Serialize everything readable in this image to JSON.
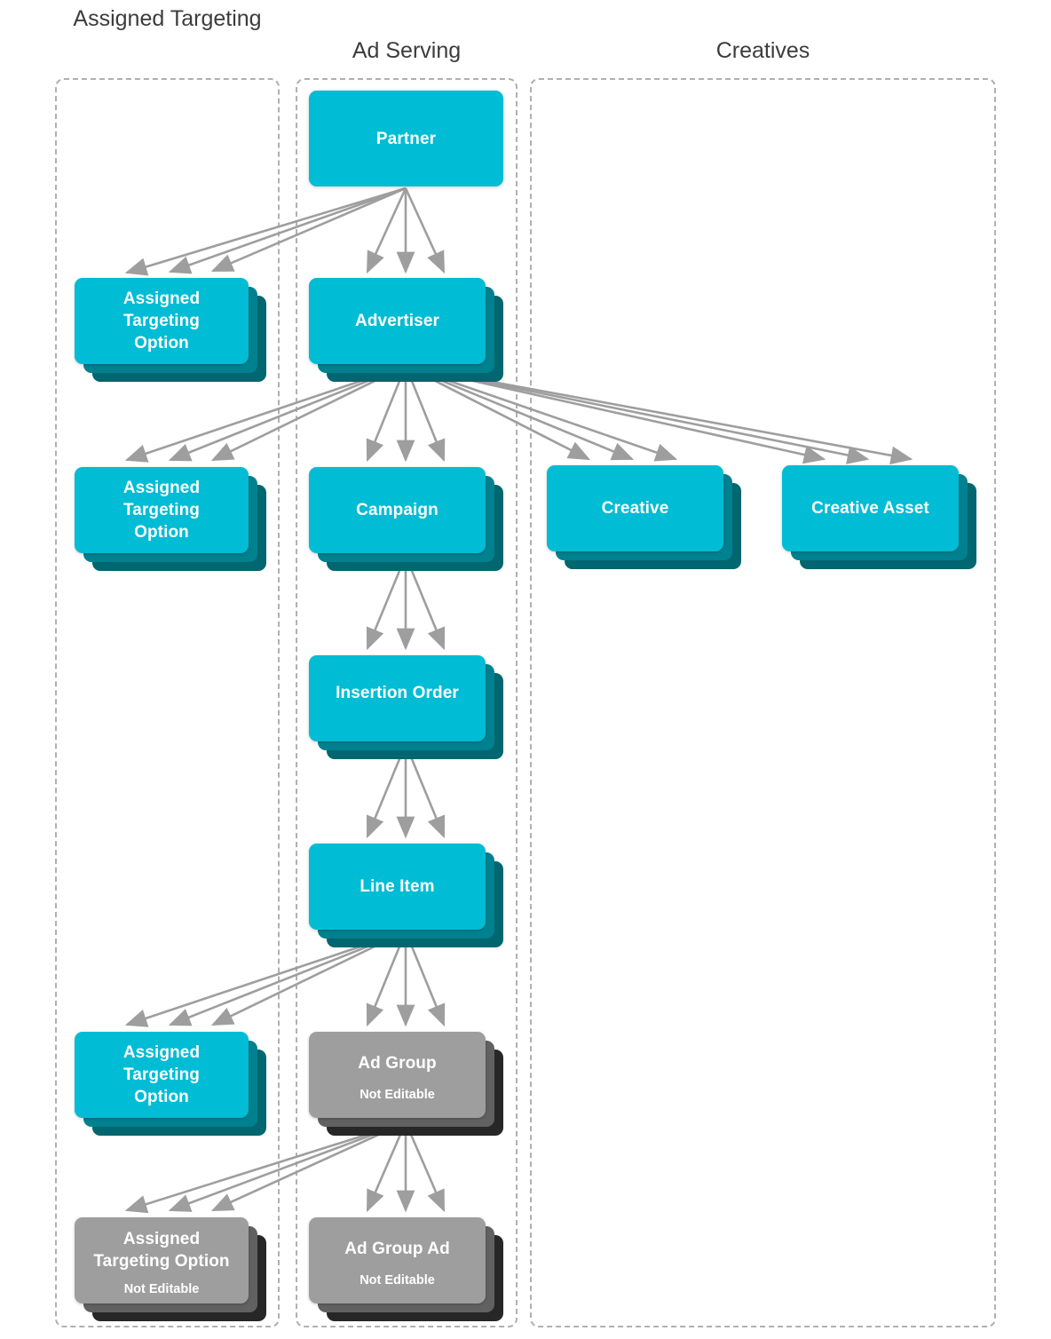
{
  "diagram": {
    "columns": [
      {
        "id": "assigned-targeting",
        "label": "Assigned\nTargeting"
      },
      {
        "id": "ad-serving",
        "label": "Ad Serving"
      },
      {
        "id": "creatives",
        "label": "Creatives"
      }
    ],
    "colors": {
      "cyan_front": "#00BCD4",
      "cyan_mid": "#00818F",
      "cyan_back": "#00666F",
      "gray_front": "#9E9E9E",
      "gray_mid": "#616161",
      "gray_back": "#272727",
      "arrow": "#9E9E9E",
      "dashed_border": "#B0B0B0",
      "header_text": "#3C3C3C",
      "node_text": "#FFFFFF"
    },
    "not_editable_label": "Not Editable",
    "nodes": [
      {
        "id": "partner",
        "title": "Partner",
        "column": "ad-serving",
        "style": "cyan",
        "stacked": false,
        "subtitle": ""
      },
      {
        "id": "ato-1",
        "title": "Assigned\nTargeting\nOption",
        "column": "assigned-targeting",
        "style": "cyan",
        "stacked": true,
        "subtitle": ""
      },
      {
        "id": "advertiser",
        "title": "Advertiser",
        "column": "ad-serving",
        "style": "cyan",
        "stacked": true,
        "subtitle": ""
      },
      {
        "id": "ato-2",
        "title": "Assigned\nTargeting\nOption",
        "column": "assigned-targeting",
        "style": "cyan",
        "stacked": true,
        "subtitle": ""
      },
      {
        "id": "campaign",
        "title": "Campaign",
        "column": "ad-serving",
        "style": "cyan",
        "stacked": true,
        "subtitle": ""
      },
      {
        "id": "creative",
        "title": "Creative",
        "column": "creatives",
        "style": "cyan",
        "stacked": true,
        "subtitle": ""
      },
      {
        "id": "creative-asset",
        "title": "Creative Asset",
        "column": "creatives",
        "style": "cyan",
        "stacked": true,
        "subtitle": ""
      },
      {
        "id": "insertion-order",
        "title": "Insertion Order",
        "column": "ad-serving",
        "style": "cyan",
        "stacked": true,
        "subtitle": ""
      },
      {
        "id": "line-item",
        "title": "Line Item",
        "column": "ad-serving",
        "style": "cyan",
        "stacked": true,
        "subtitle": ""
      },
      {
        "id": "ato-3",
        "title": "Assigned\nTargeting\nOption",
        "column": "assigned-targeting",
        "style": "cyan",
        "stacked": true,
        "subtitle": ""
      },
      {
        "id": "ad-group",
        "title": "Ad Group",
        "column": "ad-serving",
        "style": "gray",
        "stacked": true,
        "subtitle": "Not Editable"
      },
      {
        "id": "ato-4",
        "title": "Assigned\nTargeting Option",
        "column": "assigned-targeting",
        "style": "gray",
        "stacked": true,
        "subtitle": "Not Editable"
      },
      {
        "id": "ad-group-ad",
        "title": "Ad Group Ad",
        "column": "ad-serving",
        "style": "gray",
        "stacked": true,
        "subtitle": "Not Editable"
      }
    ],
    "edges": [
      {
        "from": "partner",
        "to": "ato-1",
        "multiplicity": 3
      },
      {
        "from": "partner",
        "to": "advertiser",
        "multiplicity": 3
      },
      {
        "from": "advertiser",
        "to": "ato-2",
        "multiplicity": 3
      },
      {
        "from": "advertiser",
        "to": "campaign",
        "multiplicity": 3
      },
      {
        "from": "advertiser",
        "to": "creative",
        "multiplicity": 3
      },
      {
        "from": "advertiser",
        "to": "creative-asset",
        "multiplicity": 3
      },
      {
        "from": "campaign",
        "to": "insertion-order",
        "multiplicity": 3
      },
      {
        "from": "insertion-order",
        "to": "line-item",
        "multiplicity": 3
      },
      {
        "from": "line-item",
        "to": "ato-3",
        "multiplicity": 3
      },
      {
        "from": "line-item",
        "to": "ad-group",
        "multiplicity": 3
      },
      {
        "from": "ad-group",
        "to": "ato-4",
        "multiplicity": 3
      },
      {
        "from": "ad-group",
        "to": "ad-group-ad",
        "multiplicity": 3
      }
    ]
  }
}
